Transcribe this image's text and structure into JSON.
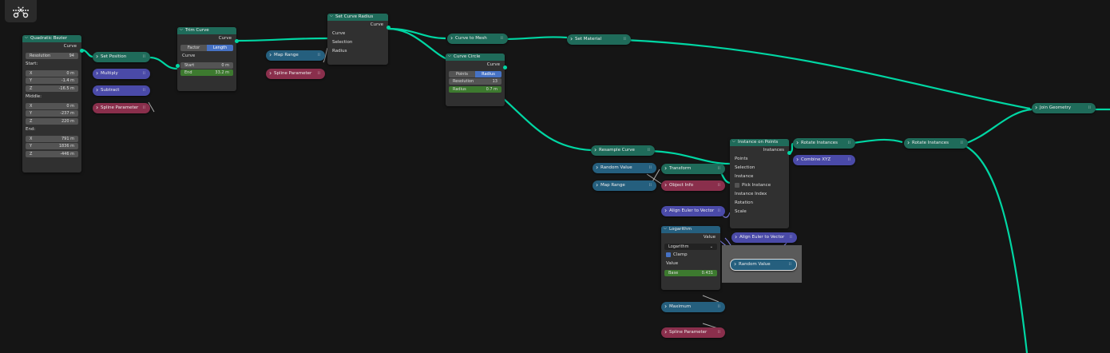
{
  "tool": {
    "icon": "cut-links-icon"
  },
  "nodes": {
    "qbezier": {
      "title": "Quadratic Bezier",
      "out": "Curve",
      "resolution_label": "Resolution",
      "resolution": "94",
      "start_label": "Start:",
      "start": {
        "x": "0 m",
        "y": "-1.4 m",
        "z": "-16.5 m"
      },
      "middle_label": "Middle:",
      "middle": {
        "x": "0 m",
        "y": "-237 m",
        "z": "220 m"
      },
      "end_label": "End:",
      "end": {
        "x": "791 m",
        "y": "1836 m",
        "z": "-446 m"
      },
      "x": "X",
      "y": "Y",
      "z": "Z"
    },
    "trim": {
      "title": "Trim Curve",
      "out": "Curve",
      "mode_a": "Factor",
      "mode_b": "Length",
      "in_curve": "Curve",
      "start_label": "Start",
      "start": "0 m",
      "end_label": "End",
      "end": "33.2 m"
    },
    "radius": {
      "title": "Set Curve Radius",
      "out": "Curve",
      "in_curve": "Curve",
      "in_sel": "Selection",
      "in_rad": "Radius"
    },
    "circle": {
      "title": "Curve Circle",
      "out": "Curve",
      "mode_a": "Points",
      "mode_b": "Radius",
      "res_label": "Resolution",
      "res": "13",
      "rad_label": "Radius",
      "rad": "0.7 m"
    },
    "iop": {
      "title": "Instance on Points",
      "out": "Instances",
      "points": "Points",
      "selection": "Selection",
      "instance": "Instance",
      "pick": "Pick Instance",
      "index": "Instance Index",
      "rotation": "Rotation",
      "scale": "Scale"
    },
    "log": {
      "title": "Logarithm",
      "out": "Value",
      "op": "Logarithm",
      "clamp": "Clamp",
      "value": "Value",
      "base_label": "Base",
      "base": "0.431"
    }
  },
  "pills": {
    "set_position": "Set Position",
    "multiply": "Multiply",
    "subtract": "Subtract",
    "spline1": "Spline Parameter",
    "map_range1": "Map Range",
    "spline2": "Spline Parameter",
    "curve_to_mesh": "Curve to Mesh",
    "set_material": "Set Material",
    "join": "Join Geometry",
    "resample": "Resample Curve",
    "random1": "Random Value",
    "map_range2": "Map Range",
    "transform": "Transform",
    "object_info": "Object Info",
    "align1": "Align Euler to Vector",
    "align2": "Align Euler to Vector",
    "random2": "Random Value",
    "maximum": "Maximum",
    "spline3": "Spline Parameter",
    "rot1": "Rotate Instances",
    "combine": "Combine XYZ",
    "rot2": "Rotate Instances"
  },
  "colors": {
    "geometry": "#00d6a3",
    "vector": "#6363c7",
    "float": "#9e9e9e",
    "select": "#4672c4"
  }
}
